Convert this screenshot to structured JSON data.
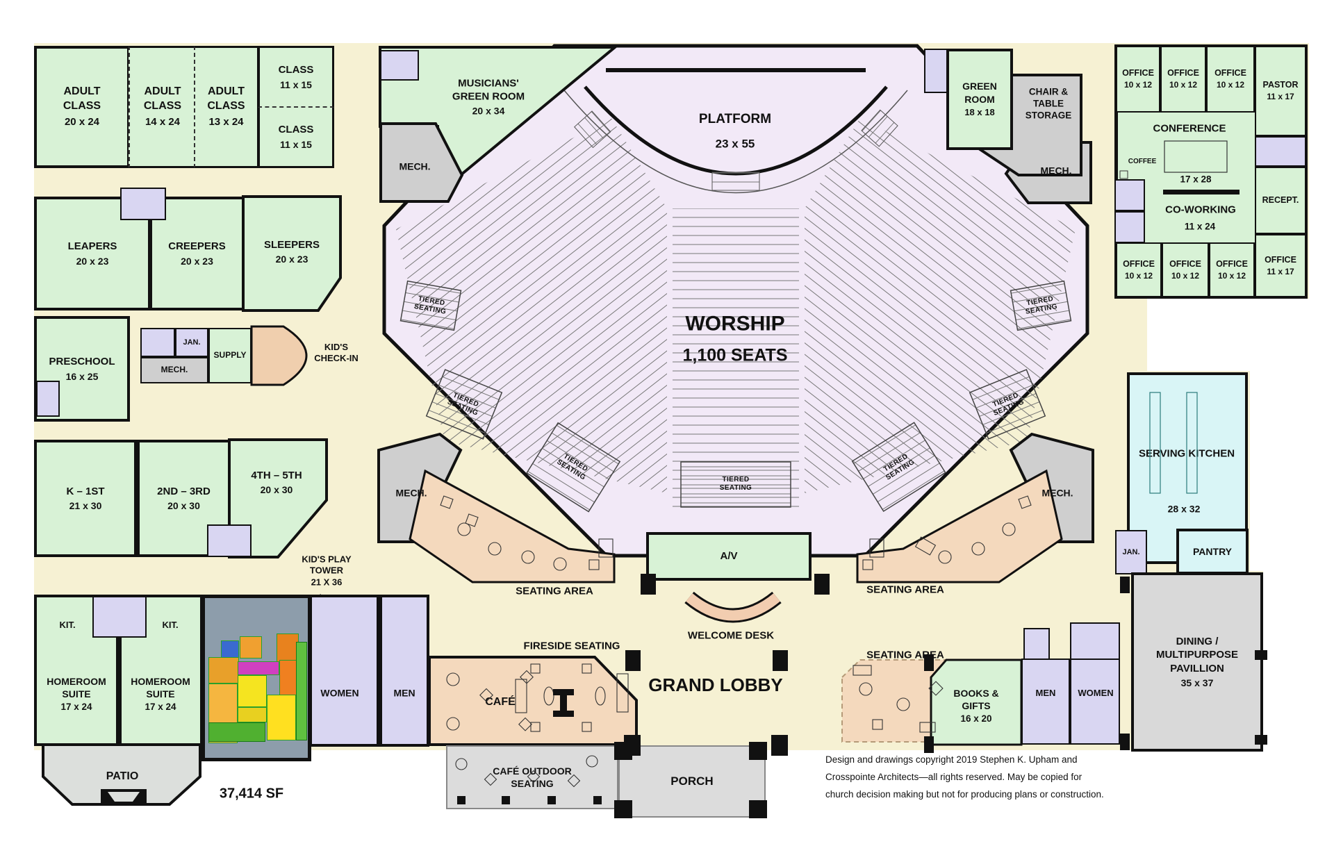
{
  "plan": {
    "total_area": "37,414 SF",
    "copyright": {
      "line1": "Design and drawings copyright 2019 Stephen K. Upham and",
      "line2": "Crosspointe Architects—all rights reserved. May be copied for",
      "line3": "church decision making but not for producing plans or construction."
    }
  },
  "labels": {
    "tiered": "TIERED SEATING",
    "seating_area": "SEATING AREA",
    "fireside": "FIRESIDE SEATING",
    "grand_lobby": "GRAND LOBBY",
    "welcome_desk": "WELCOME DESK",
    "patio": "PATIO",
    "porch": "PORCH",
    "cafe_outdoor": "CAFÉ OUTDOOR SEATING",
    "kids_checkin": "KID'S CHECK-IN",
    "kids_play_tower": "KID'S PLAY TOWER",
    "kids_play_dims": "21 X 36"
  },
  "rooms": {
    "adult1": {
      "name": "ADULT CLASS",
      "dims": "20 x 24"
    },
    "adult2": {
      "name": "ADULT CLASS",
      "dims": "14 x 24"
    },
    "adult3": {
      "name": "ADULT CLASS",
      "dims": "13 x 24"
    },
    "class_small": {
      "name": "CLASS",
      "dims": "11 x 15"
    },
    "musicians": {
      "name": "MUSICIANS' GREEN ROOM",
      "dims": "20 x 34"
    },
    "platform": {
      "name": "PLATFORM",
      "dims": "23 x 55"
    },
    "worship": {
      "name": "WORSHIP",
      "dims": "1,100 SEATS"
    },
    "mech": {
      "name": "MECH."
    },
    "green_room": {
      "name": "GREEN ROOM",
      "dims": "18 x 18"
    },
    "chair_storage": {
      "name": "CHAIR & TABLE STORAGE"
    },
    "office_small": {
      "name": "OFFICE",
      "dims": "10 x 12"
    },
    "pastor": {
      "name": "PASTOR",
      "dims": "11 x 17"
    },
    "office_lg": {
      "name": "OFFICE",
      "dims": "11 x 17"
    },
    "conference": {
      "name": "CONFERENCE",
      "dims": "17 x 28"
    },
    "coffee": {
      "name": "COFFEE"
    },
    "recept": {
      "name": "RECEPT."
    },
    "coworking": {
      "name": "CO-WORKING",
      "dims": "11 x 24"
    },
    "leapers": {
      "name": "LEAPERS",
      "dims": "20 x 23"
    },
    "creepers": {
      "name": "CREEPERS",
      "dims": "20 x 23"
    },
    "sleepers": {
      "name": "SLEEPERS",
      "dims": "20 x 23"
    },
    "preschool": {
      "name": "PRESCHOOL",
      "dims": "16 x 25"
    },
    "jan": {
      "name": "JAN."
    },
    "supply": {
      "name": "SUPPLY"
    },
    "k1": {
      "name": "K – 1ST",
      "dims": "21 x 30"
    },
    "g23": {
      "name": "2ND – 3RD",
      "dims": "20 x 30"
    },
    "g45": {
      "name": "4TH – 5TH",
      "dims": "20 x 30"
    },
    "serving": {
      "name": "SERVING KITCHEN",
      "dims": "28 x 32"
    },
    "pantry": {
      "name": "PANTRY"
    },
    "av": {
      "name": "A/V"
    },
    "cafe": {
      "name": "CAFÉ"
    },
    "kit": {
      "name": "KIT."
    },
    "homeroom": {
      "name": "HOMEROOM SUITE",
      "dims": "17 x 24"
    },
    "women": {
      "name": "WOMEN"
    },
    "men": {
      "name": "MEN"
    },
    "books": {
      "name": "BOOKS & GIFTS",
      "dims": "16 x 20"
    },
    "dining": {
      "name": "DINING / MULTIPURPOSE PAVILLION",
      "dims": "35 x 37"
    }
  },
  "colors": {
    "classroom_green": "#d8f2d6",
    "restroom_purple": "#d9d6f2",
    "corridor_cream": "#f6f1d3",
    "worship_lavender": "#f2e9f7",
    "seating_peach": "#f4d9bd",
    "kitchen_cyan": "#d9f5f6",
    "mech_gray": "#cfcfcf",
    "outdoor_gray": "#dcdfdc",
    "play_room_gray": "#8d9dab",
    "wall_black": "#111111"
  }
}
